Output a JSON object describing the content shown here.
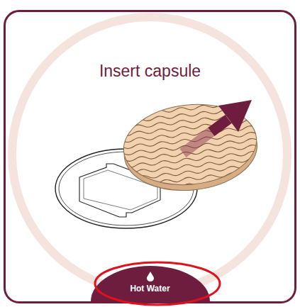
{
  "diagram": {
    "nodes": [
      {
        "text": [
          "Insert capsule"
        ]
      },
      {
        "text": [
          "Hot Water"
        ],
        "in": 0
      }
    ]
  }
}
